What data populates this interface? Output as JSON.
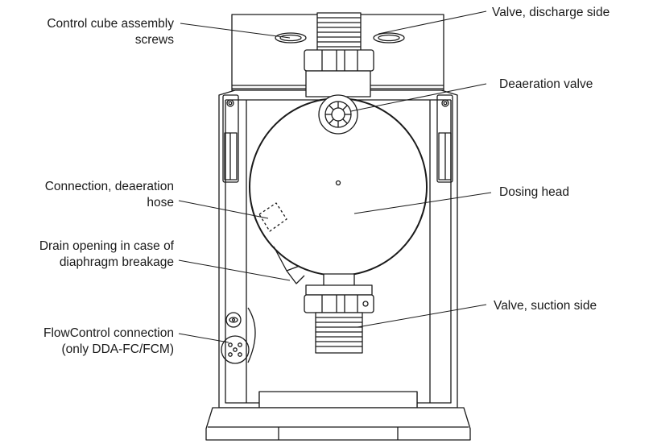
{
  "labels": {
    "control_cube_screws": [
      "Control cube assembly",
      "screws"
    ],
    "valve_discharge": [
      "Valve, discharge side"
    ],
    "deaeration_valve": [
      "Deaeration valve"
    ],
    "connection_deaeration_hose": [
      "Connection, deaeration",
      "hose"
    ],
    "dosing_head": [
      "Dosing head"
    ],
    "drain_opening": [
      "Drain opening in case of",
      "diaphragm breakage"
    ],
    "valve_suction": [
      "Valve, suction side"
    ],
    "flowcontrol_connection": [
      "FlowControl connection",
      "(only DDA-FC/FCM)"
    ]
  },
  "colors": {
    "line": "#1a1a1a",
    "background": "#ffffff"
  }
}
